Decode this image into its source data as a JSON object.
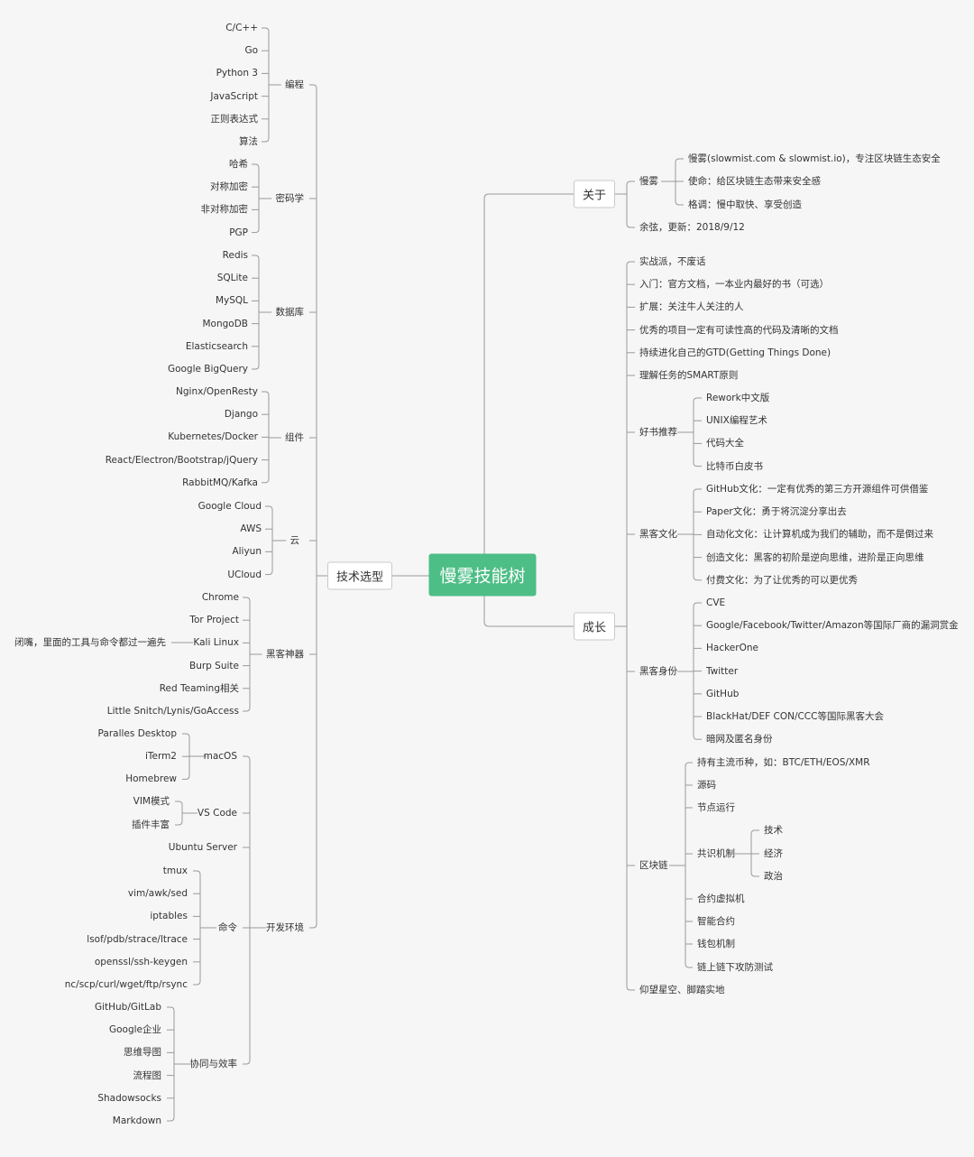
{
  "colors": {
    "line": "#9a9a9a",
    "root_bg": "#4dbe85",
    "background": "#f6f6f6"
  },
  "root": "慢雾技能树",
  "left": {
    "label": "技术选型",
    "groups": [
      {
        "label": "编程",
        "items": [
          "C/C++",
          "Go",
          "Python 3",
          "JavaScript",
          "正则表达式",
          "算法"
        ]
      },
      {
        "label": "密码学",
        "items": [
          "哈希",
          "对称加密",
          "非对称加密",
          "PGP"
        ]
      },
      {
        "label": "数据库",
        "items": [
          "Redis",
          "SQLite",
          "MySQL",
          "MongoDB",
          "Elasticsearch",
          "Google BigQuery"
        ]
      },
      {
        "label": "组件",
        "items": [
          "Nginx/OpenResty",
          "Django",
          "Kubernetes/Docker",
          "React/Electron/Bootstrap/jQuery",
          "RabbitMQ/Kafka"
        ]
      },
      {
        "label": "云",
        "items": [
          "Google Cloud",
          "AWS",
          "Aliyun",
          "UCloud"
        ]
      },
      {
        "label": "黑客神器",
        "items": [
          "Chrome",
          "Tor Project",
          "Kali Linux",
          "Burp Suite",
          "Red Teaming相关",
          "Little Snitch/Lynis/GoAccess"
        ],
        "kali_note": "闭嘴，里面的工具与命令都过一遍先"
      },
      {
        "label": "开发环境",
        "macos": {
          "label": "macOS",
          "items": [
            "Paralles Desktop",
            "iTerm2",
            "Homebrew"
          ]
        },
        "vscode": {
          "label": "VS Code",
          "items": [
            "VIM模式",
            "插件丰富"
          ]
        },
        "ubuntu": "Ubuntu Server",
        "cmd": {
          "label": "命令",
          "items": [
            "tmux",
            "vim/awk/sed",
            "iptables",
            "lsof/pdb/strace/ltrace",
            "openssl/ssh-keygen",
            "nc/scp/curl/wget/ftp/rsync"
          ]
        },
        "collab": {
          "label": "协同与效率",
          "items": [
            "GitHub/GitLab",
            "Google企业",
            "思维导图",
            "流程图",
            "Shadowsocks",
            "Markdown"
          ]
        }
      }
    ]
  },
  "about": {
    "label": "关于",
    "slowmist": {
      "label": "慢雾",
      "items": [
        "慢雾(slowmist.com & slowmist.io)，专注区块链生态安全",
        "使命：给区块链生态带来安全感",
        "格调：慢中取快、享受创造"
      ]
    },
    "yuxian": "余弦，更新：2018/9/12"
  },
  "growth": {
    "label": "成长",
    "simple": [
      "实战派，不废话",
      "入门：官方文档，一本业内最好的书（可选）",
      "扩展：关注牛人关注的人",
      "优秀的项目一定有可读性高的代码及清晰的文档",
      "持续进化自己的GTD(Getting Things Done)",
      "理解任务的SMART原则"
    ],
    "books": {
      "label": "好书推荐",
      "items": [
        "Rework中文版",
        "UNIX编程艺术",
        "代码大全",
        "比特币白皮书"
      ]
    },
    "culture": {
      "label": "黑客文化",
      "items": [
        "GitHub文化：一定有优秀的第三方开源组件可供借鉴",
        "Paper文化：勇于将沉淀分享出去",
        "自动化文化：让计算机成为我们的辅助，而不是倒过来",
        "创造文化：黑客的初阶是逆向思维，进阶是正向思维",
        "付费文化：为了让优秀的可以更优秀"
      ]
    },
    "identity": {
      "label": "黑客身份",
      "items": [
        "CVE",
        "Google/Facebook/Twitter/Amazon等国际厂商的漏洞赏金",
        "HackerOne",
        "Twitter",
        "GitHub",
        "BlackHat/DEF CON/CCC等国际黑客大会",
        "暗网及匿名身份"
      ]
    },
    "blockchain": {
      "label": "区块链",
      "items_a": [
        "持有主流币种，如：BTC/ETH/EOS/XMR",
        "源码",
        "节点运行"
      ],
      "consensus": {
        "label": "共识机制",
        "items": [
          "技术",
          "经济",
          "政治"
        ]
      },
      "items_b": [
        "合约虚拟机",
        "智能合约",
        "钱包机制",
        "链上链下攻防测试"
      ]
    },
    "last": "仰望星空、脚踏实地"
  }
}
